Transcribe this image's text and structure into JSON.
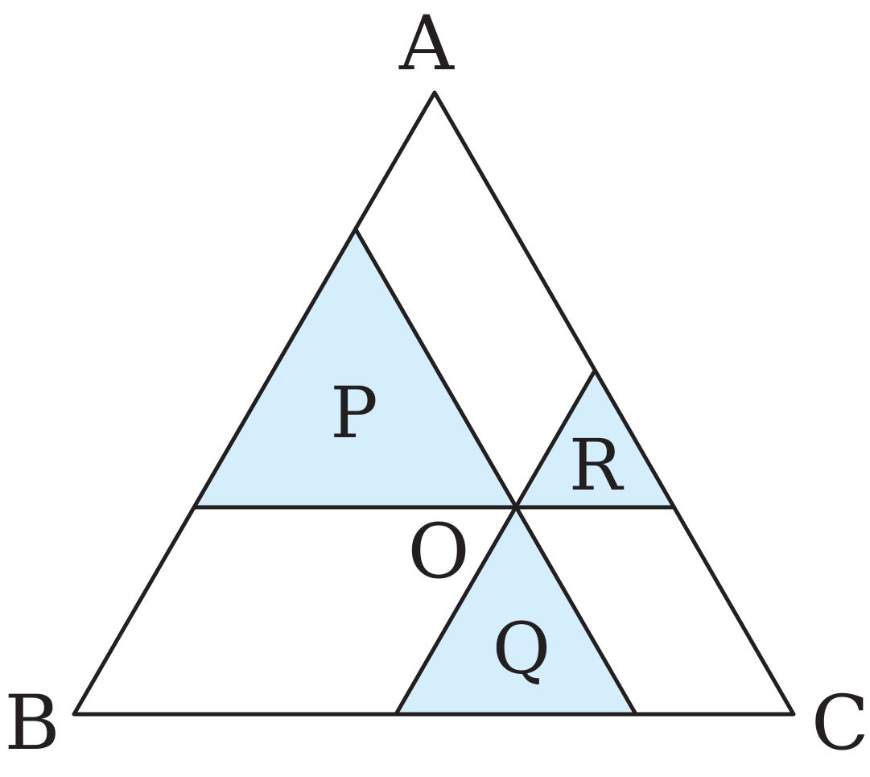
{
  "colors": {
    "shade": "#d4eefb",
    "stroke": "#231f20",
    "background": "#ffffff"
  },
  "vertices": {
    "A": "A",
    "B": "B",
    "C": "C"
  },
  "point": {
    "O": "O"
  },
  "regions": {
    "P": "P",
    "Q": "Q",
    "R": "R"
  }
}
